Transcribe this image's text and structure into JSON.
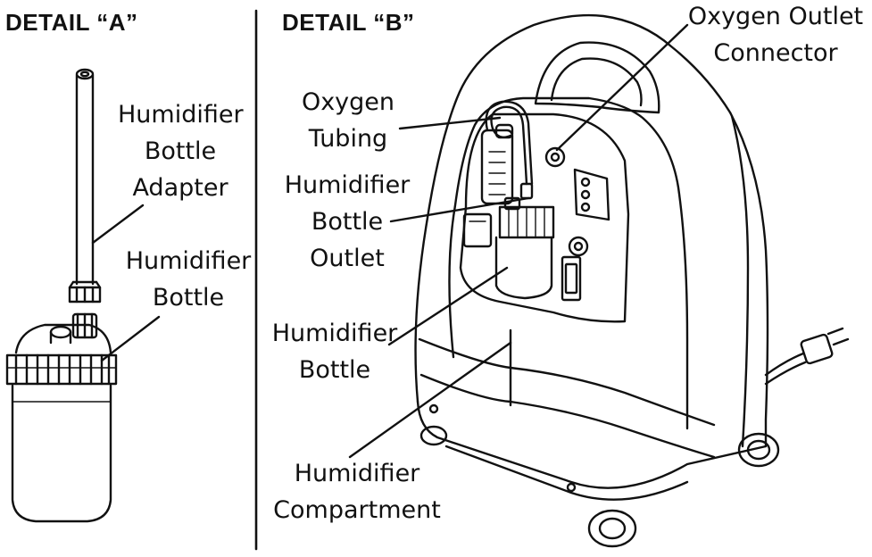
{
  "detail_a": {
    "heading": "DETAIL “A”",
    "labels": {
      "adapter": [
        "Humidifier",
        "Bottle",
        "Adapter"
      ],
      "bottle": [
        "Humidifier",
        "Bottle"
      ]
    }
  },
  "detail_b": {
    "heading": "DETAIL “B”",
    "labels": {
      "outlet_connector": [
        "Oxygen Outlet",
        "Connector"
      ],
      "tubing": [
        "Oxygen",
        "Tubing"
      ],
      "bottle_outlet": [
        "Humidifier",
        "Bottle",
        "Outlet"
      ],
      "bottle": [
        "Humidifier",
        "Bottle"
      ],
      "compartment": [
        "Humidifier",
        "Compartment"
      ]
    }
  },
  "colors": {
    "ink": "#111111",
    "paper": "#ffffff"
  }
}
